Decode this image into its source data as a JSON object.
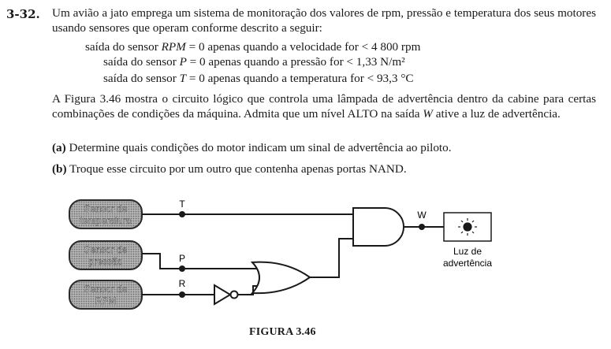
{
  "problem": {
    "number": "3-32.",
    "intro": "Um avião a jato emprega um sistema de monitoração dos valores de rpm, pressão e temperatura dos seus motores usando sensores que operam conforme descrito a seguir:",
    "sensors": [
      {
        "prefix": "saída do sensor ",
        "var": "RPM",
        "text": " = 0 apenas quando a velocidade for < 4 800 rpm"
      },
      {
        "prefix": "saída do sensor ",
        "var": "P",
        "text": " = 0 apenas quando a pressão for < 1,33 N/m²"
      },
      {
        "prefix": "saída do sensor ",
        "var": "T",
        "text": " = 0 apenas quando a temperatura for < 93,3 °C"
      }
    ],
    "body_a": "A Figura 3.46 mostra o circuito lógico que controla uma lâmpada de advertência dentro da cabine para certas combinações de condições da máquina. Admita que um nível ALTO na saída ",
    "body_var": "W",
    "body_b": " ative a luz de advertência.",
    "question_a_label": "(a)",
    "question_a": " Determine quais condições do motor indicam um sinal de advertência ao piloto.",
    "question_b_label": "(b)",
    "question_b": " Troque esse circuito por um outro que contenha apenas portas NAND."
  },
  "figure": {
    "sensor_temp": [
      "Sensor de",
      "temperatura"
    ],
    "sensor_press": [
      "Sensor de",
      "pressão"
    ],
    "sensor_rpm": [
      "Sensor de",
      "RPM"
    ],
    "signal_t": "T",
    "signal_p": "P",
    "signal_r": "R",
    "signal_w": "W",
    "lamp_label": [
      "Luz de",
      "advertência"
    ],
    "caption": "FIGURA 3.46",
    "colors": {
      "sensor_fill": "#9a9a9a",
      "sensor_stroke": "#2a2a2a",
      "line": "#1a1a1a"
    }
  }
}
